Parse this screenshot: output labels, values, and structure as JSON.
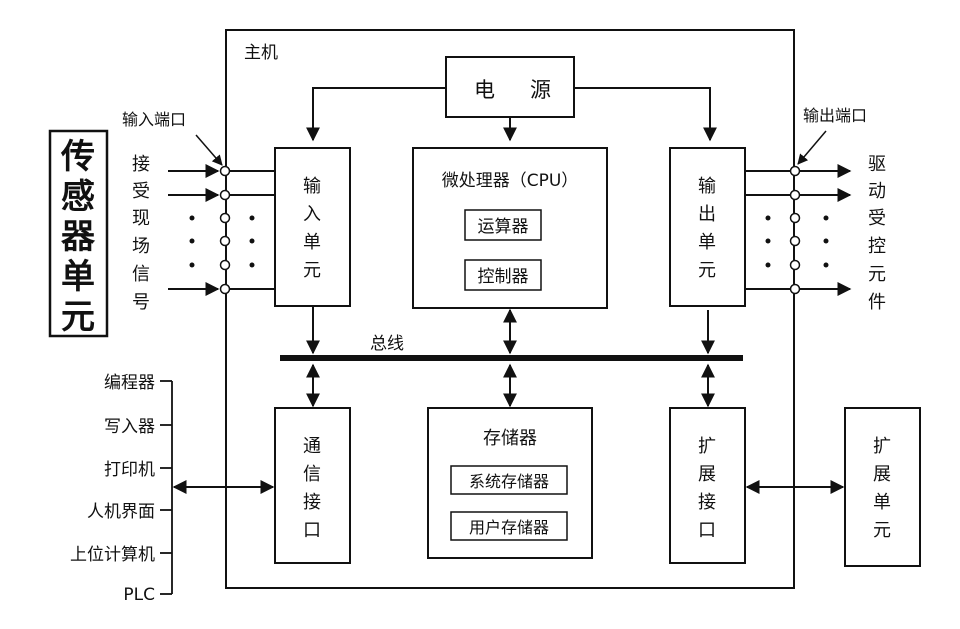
{
  "host_label": "主机",
  "power": [
    "电",
    "源"
  ],
  "input_port_label": "输入端口",
  "output_port_label": "输出端口",
  "sensor_unit": [
    "传",
    "感",
    "器",
    "单",
    "元"
  ],
  "input_signal": [
    "接",
    "受",
    "现",
    "场",
    "信",
    "号"
  ],
  "input_unit": [
    "输",
    "入",
    "单",
    "元"
  ],
  "cpu_title": "微处理器（CPU）",
  "alu_label": "运算器",
  "controller_label": "控制器",
  "output_unit": [
    "输",
    "出",
    "单",
    "元"
  ],
  "drive_targets": [
    "驱",
    "动",
    "受",
    "控",
    "元",
    "件"
  ],
  "bus_label": "总线",
  "comm_interface": [
    "通",
    "信",
    "接",
    "口"
  ],
  "memory_title": "存储器",
  "system_memory_label": "系统存储器",
  "user_memory_label": "用户存储器",
  "expansion_interface": [
    "扩",
    "展",
    "接",
    "口"
  ],
  "expansion_unit": [
    "扩",
    "展",
    "单",
    "元"
  ],
  "peripherals": [
    "编程器",
    "写入器",
    "打印机",
    "人机界面",
    "上位计算机",
    "PLC"
  ]
}
